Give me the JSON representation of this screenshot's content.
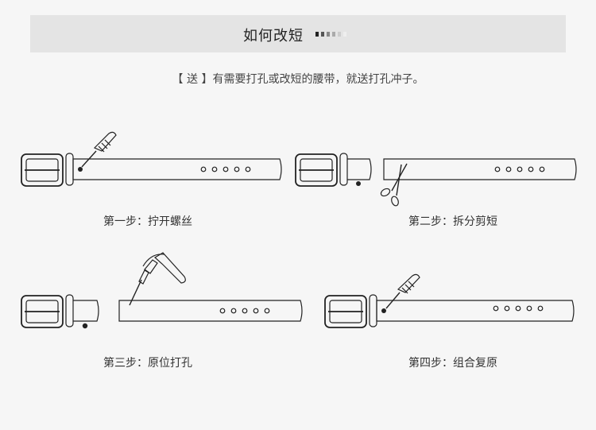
{
  "header": {
    "title": "如何改短",
    "dots_colors": [
      "#222222",
      "#555555",
      "#888888",
      "#aaaaaa",
      "#cccccc",
      "#eeeeee"
    ]
  },
  "note": "【 送 】有需要打孔或改短的腰带，就送打孔冲子。",
  "steps": [
    {
      "label": "第一步：拧开螺丝",
      "tool": "screwdriver-icon"
    },
    {
      "label": "第二步：拆分剪短",
      "tool": "scissors-icon"
    },
    {
      "label": "第三步：原位打孔",
      "tool": "hammer-icon"
    },
    {
      "label": "第四步：组合复原",
      "tool": "screwdriver-icon"
    }
  ],
  "colors": {
    "background": "#f6f6f6",
    "banner": "#e4e4e4",
    "line": "#222222"
  }
}
